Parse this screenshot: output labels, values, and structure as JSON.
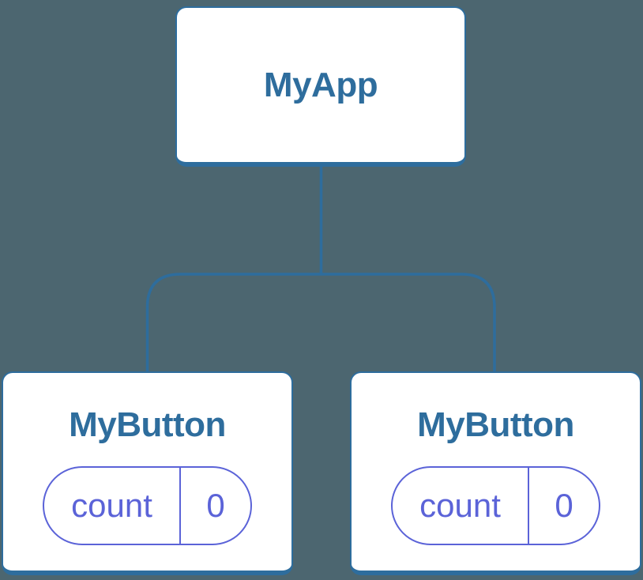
{
  "colors": {
    "background": "#4C6670",
    "node_fill": "#FFFFFF",
    "node_border": "#2E6D9D",
    "node_title": "#2E6D9D",
    "connector": "#2E6D9D",
    "state_accent": "#5B63D8"
  },
  "tree": {
    "root": {
      "label": "MyApp",
      "children": [
        {
          "label": "MyButton",
          "state": {
            "key": "count",
            "value": "0"
          }
        },
        {
          "label": "MyButton",
          "state": {
            "key": "count",
            "value": "0"
          }
        }
      ]
    }
  }
}
